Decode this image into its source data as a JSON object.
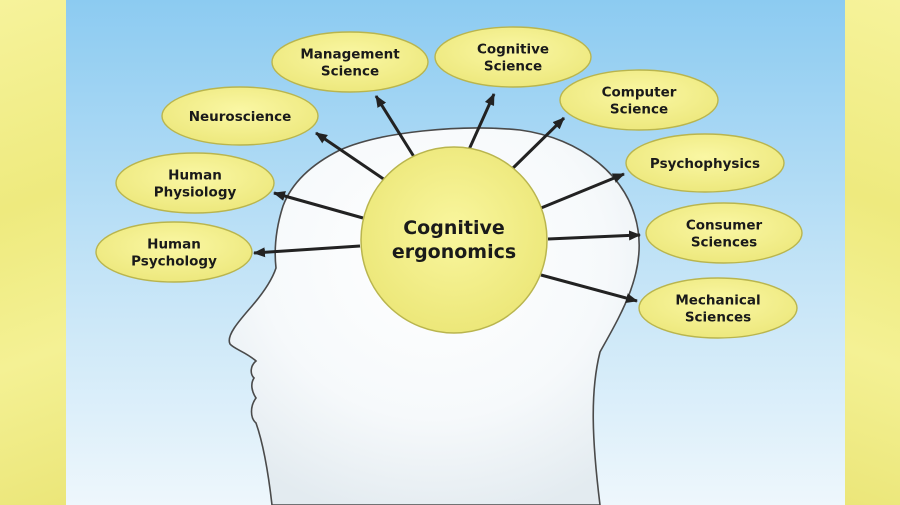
{
  "center": {
    "line1": "Cognitive",
    "line2": "ergonomics"
  },
  "nodes": [
    {
      "id": "management-science",
      "lines": [
        "Management",
        "Science"
      ]
    },
    {
      "id": "cognitive-science",
      "lines": [
        "Cognitive",
        "Science"
      ]
    },
    {
      "id": "computer-science",
      "lines": [
        "Computer",
        "Science"
      ]
    },
    {
      "id": "neuroscience",
      "lines": [
        "Neuroscience"
      ]
    },
    {
      "id": "psychophysics",
      "lines": [
        "Psychophysics"
      ]
    },
    {
      "id": "human-physiology",
      "lines": [
        "Human",
        "Physiology"
      ]
    },
    {
      "id": "consumer-sciences",
      "lines": [
        "Consumer",
        "Sciences"
      ]
    },
    {
      "id": "human-psychology",
      "lines": [
        "Human",
        "Psychology"
      ]
    },
    {
      "id": "mechanical-sciences",
      "lines": [
        "Mechanical",
        "Sciences"
      ]
    }
  ],
  "colors": {
    "bubble_fill": "#f2ee8a",
    "bubble_stroke": "#b9b54e",
    "text": "#1a1a1a",
    "arrow": "#222222",
    "panel_top": "#9fd4f3",
    "panel_bottom": "#e6f3fb",
    "border": "#f3f08d"
  }
}
